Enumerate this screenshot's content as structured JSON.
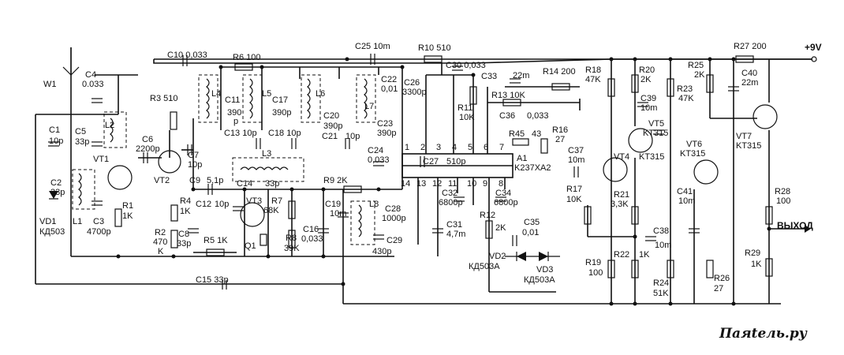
{
  "diagram": {
    "supply_label": "+9V",
    "output_label": "ВЫХОД",
    "watermark": "Паяtель.ру",
    "antenna_label": "W1",
    "labels": {
      "C4": "C4",
      "C4v": "0.033",
      "C10": "C10 0,033",
      "R6": "R6 100",
      "C25": "C25 10m",
      "R10": "R10 510",
      "C30": "C30 0,033",
      "R27": "R27 200",
      "R3": "R3  510",
      "L4": "L4",
      "C11": "C11",
      "C11v": "390",
      "C11p": "p",
      "L5": "L5",
      "C17": "C17",
      "C17v": "390p",
      "L6": "L6",
      "C20": "C20",
      "C20v": "390p",
      "L7": "L7",
      "C22": "C22",
      "C22v": "0,01",
      "C23": "C23",
      "C23v": "390p",
      "C26": "C26",
      "C26v": "3300p",
      "R11": "R11",
      "R11v": "10K",
      "C33": "C33",
      "C33v": "22m",
      "R14": "R14 200",
      "R13": "R13 10K",
      "C36": "C36",
      "C36v": "0,033",
      "R45": "R45",
      "R45v": "43",
      "R16": "R16",
      "R16v": "27",
      "R18": "R18",
      "R18v": "47K",
      "R20": "R20",
      "R20v": "2K",
      "C39": "C39",
      "C39v": "10m",
      "R25": "R25",
      "R25v": "2K",
      "C40": "C40",
      "C40v": "22m",
      "R23": "R23",
      "R23v": "47K",
      "VT5": "VT5",
      "VT5v": "KT315",
      "VT4": "VT4",
      "VT4v": "KT315",
      "VT6": "VT6",
      "VT6v": "KT315",
      "VT7": "VT7",
      "VT7v": "KT315",
      "C1": "C1",
      "C1v": "10p",
      "C5": "C5",
      "C5v": "33p",
      "L2": "L2",
      "VT1": "VT1",
      "C6": "C6",
      "C6v": "2200p",
      "C7": "C7",
      "C7v": "10p",
      "VT2": "VT2",
      "C13": "C13  10p",
      "C18": "C18 10p",
      "C21": "C21",
      "C21v": "10p",
      "C24": "C24",
      "C24v": "0,033",
      "L3": "L3",
      "C27": "C27",
      "C27v": "510p",
      "A1": "A1",
      "A1v": "K237XA2",
      "C37": "C37",
      "C37v": "10m",
      "pins_top": [
        "1",
        "2",
        "3",
        "4",
        "5",
        "6",
        "7"
      ],
      "pins_bot": [
        "14",
        "13",
        "12",
        "11",
        "10",
        "9",
        "8"
      ],
      "C9": "C9",
      "C9v": "5,1p",
      "C14": "C14",
      "C14v": "33p",
      "R9": "R9  2K",
      "VT3": "VT3",
      "C12": "C12",
      "C12v": "10p",
      "R7": "R7",
      "R7v": "68K",
      "C19": "C19",
      "C19v": "10m",
      "L8": "L8",
      "C28": "C28",
      "C28v": "1000p",
      "C32": "C32",
      "C32v": "6800p",
      "C34": "C34",
      "C34v": "6800p",
      "R17": "R17",
      "R17v": "10K",
      "R21": "R21",
      "R21v": "3,3K",
      "C41": "C41",
      "C41v": "10m",
      "R28": "R28",
      "R28v": "100",
      "C2": "C2",
      "C2v": "33p",
      "L1": "L1",
      "R1": "R1",
      "R1v": "1K",
      "R4": "R4",
      "R4v": "1K",
      "R2": "R2",
      "R2v": "470",
      "R2k": "K",
      "C8": "C8",
      "C8v": "33p",
      "R5": "R5 1K",
      "Q1": "Q1",
      "R8": "R8",
      "R8v": "39K",
      "C16": "C16",
      "C16v": "0,033",
      "C29": "C29",
      "C29v": "430p",
      "C31": "C31",
      "C31v": "4,7m",
      "R12": "R12",
      "R12v": "2K",
      "C35": "C35",
      "C35v": "0,01",
      "C38": "C38",
      "C38v": "10m",
      "R29": "R29",
      "R29v": "1K",
      "VD1": "VD1",
      "VD1v": "КД503",
      "C3": "C3",
      "C3v": "4700p",
      "VD2": "VD2",
      "VD2v": "КД503A",
      "VD3": "VD3",
      "VD3v": "КД503A",
      "R19": "R19",
      "R19v": "100",
      "R22": "R22",
      "R22v": "1K",
      "R24": "R24",
      "R24v": "51K",
      "R26": "R26",
      "R26v": "27",
      "C15": "C15 33p"
    }
  }
}
